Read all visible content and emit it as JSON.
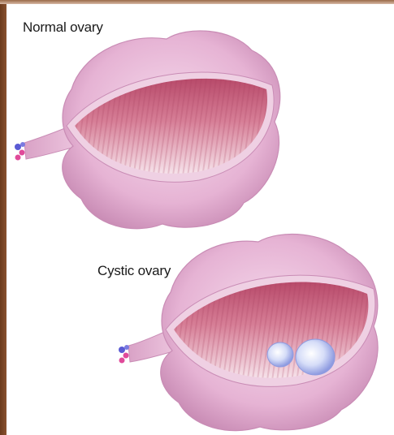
{
  "labels": {
    "normal": "Normal ovary",
    "cystic": "Cystic ovary"
  },
  "colors": {
    "frame": "#7a4525",
    "ovary_outer": "#e9b8d8",
    "ovary_shadow": "#c98cb5",
    "cavity": "#c45a78",
    "cavity_light": "#f3d6e0",
    "cyst_fill": "#c9d4f5",
    "cyst_edge": "#8e9be0",
    "vessel_blue": "#5b5bd4",
    "vessel_pink": "#e04a9a"
  },
  "illustrations": [
    {
      "name": "normal-ovary",
      "cysts": 0
    },
    {
      "name": "cystic-ovary",
      "cysts": 2
    }
  ]
}
